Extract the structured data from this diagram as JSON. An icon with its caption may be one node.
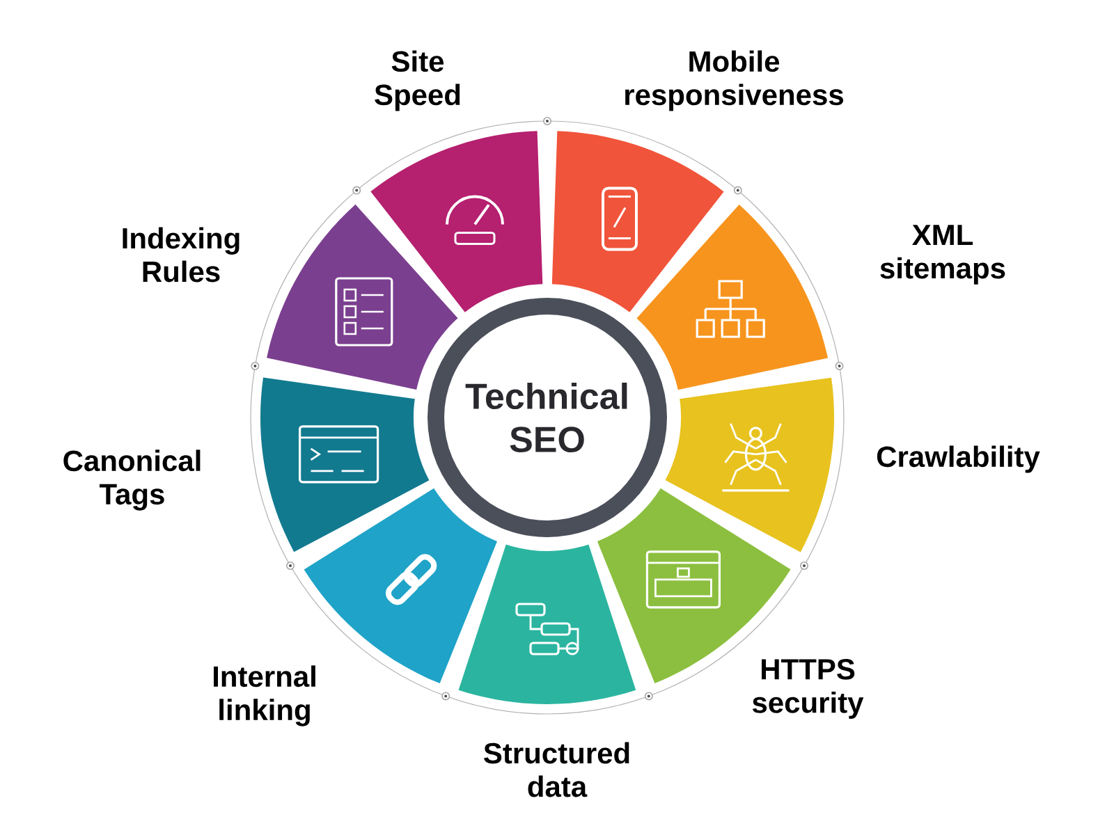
{
  "diagram": {
    "nodes": [
      {
        "text": [
          "Technical SEO"
        ]
      },
      {
        "text": [
          "Site Speed"
        ]
      },
      {
        "text": [
          "Mobile responsiveness"
        ]
      },
      {
        "text": [
          "XML sitemaps"
        ]
      },
      {
        "text": [
          "Crawlability"
        ]
      },
      {
        "text": [
          "HTTPS security"
        ]
      },
      {
        "text": [
          "Structured data"
        ]
      },
      {
        "text": [
          "Internal linking"
        ]
      },
      {
        "text": [
          "Canonical Tags"
        ]
      },
      {
        "text": [
          "Indexing Rules"
        ]
      }
    ]
  }
}
